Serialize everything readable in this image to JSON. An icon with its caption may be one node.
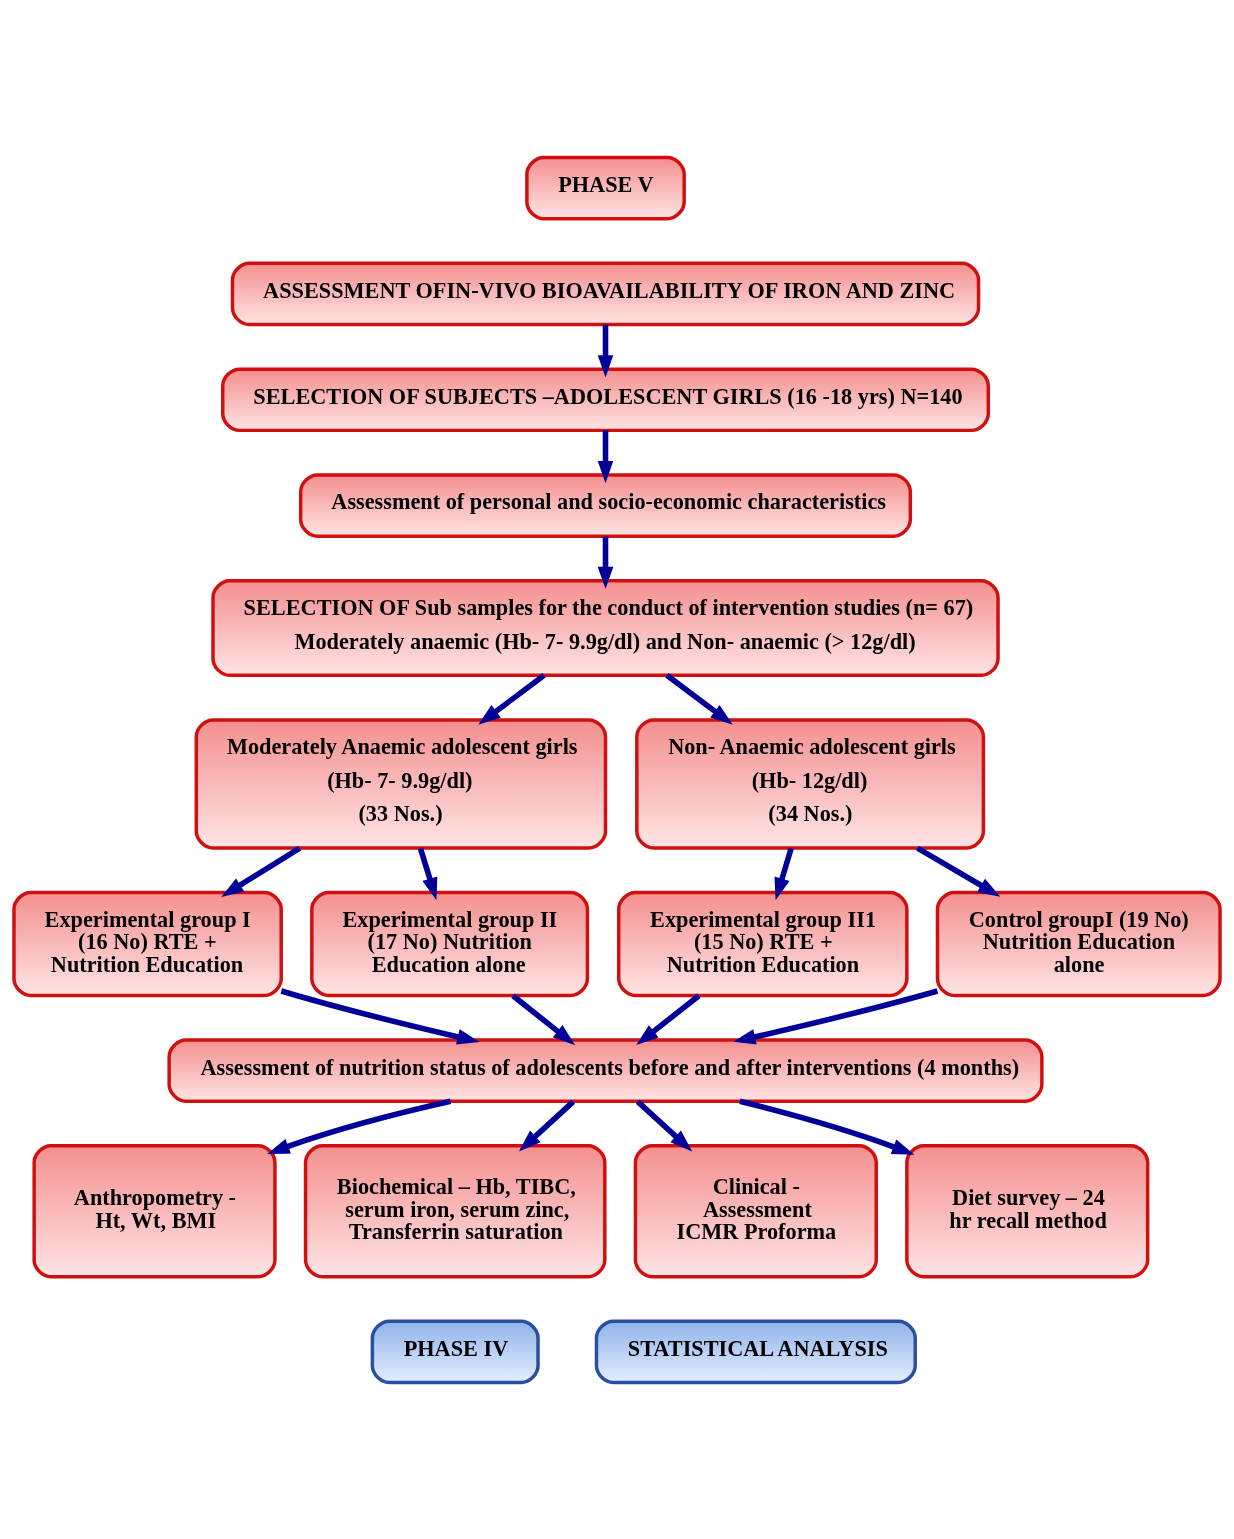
{
  "diagram": {
    "nodes": [
      {
        "text": [
          "PHASE V"
        ]
      },
      {
        "text": [
          "ASSESSMENT OFIN-VIVO BIOAVAILABILITY OF IRON AND ZINC"
        ]
      },
      {
        "text": [
          "SELECTION OF SUBJECTS –ADOLESCENT GIRLS (16 -18 yrs) N=140"
        ]
      },
      {
        "text": [
          "Assessment of personal and socio-economic characteristics"
        ]
      },
      {
        "text": [
          "SELECTION OF Sub samples for the conduct of intervention studies (n= 67)",
          "Moderately anaemic (Hb- 7- 9.9g/dl) and Non- anaemic (> 12g/dl)"
        ]
      },
      {
        "text": [
          "Moderately Anaemic adolescent girls",
          "(Hb- 7- 9.9g/dl)",
          "(33 Nos.)"
        ]
      },
      {
        "text": [
          "Non- Anaemic adolescent girls",
          "(Hb- 12g/dl)",
          "(34 Nos.)"
        ]
      },
      {
        "text": [
          "Experimental group I (16 No) RTE + Nutrition Education"
        ]
      },
      {
        "text": [
          "Experimental group II (17 No) Nutrition Education alone"
        ]
      },
      {
        "text": [
          "Experimental group II1 (15 No) RTE + Nutrition Education"
        ]
      },
      {
        "text": [
          "Control groupI (19 No) Nutrition Education alone"
        ]
      },
      {
        "text": [
          "Assessment of nutrition status of adolescents before and after interventions (4 months)"
        ]
      },
      {
        "text": [
          "Anthropometry - Ht, Wt, BMI"
        ]
      },
      {
        "text": [
          "Biochemical – Hb, TIBC, serum iron, serum zinc, Transferrin saturation"
        ]
      },
      {
        "text": [
          "Clinical - Assessment ICMR Proforma"
        ]
      },
      {
        "text": [
          "Diet survey – 24 hr recall method"
        ]
      },
      {
        "text": [
          "PHASE IV"
        ]
      },
      {
        "text": [
          "STATISTICAL ANALYSIS"
        ]
      }
    ],
    "edges": [
      {
        "from": 1,
        "to": 2,
        "arrow": "to"
      },
      {
        "from": 2,
        "to": 3,
        "arrow": "to"
      },
      {
        "from": 3,
        "to": 4,
        "arrow": "to"
      },
      {
        "from": 4,
        "to": 5,
        "arrow": "to"
      },
      {
        "from": 4,
        "to": 6,
        "arrow": "to"
      },
      {
        "from": 5,
        "to": 7,
        "arrow": "to"
      },
      {
        "from": 5,
        "to": 8,
        "arrow": "to"
      },
      {
        "from": 6,
        "to": 9,
        "arrow": "to"
      },
      {
        "from": 6,
        "to": 10,
        "arrow": "to"
      },
      {
        "from": 7,
        "to": 11,
        "arrow": "to"
      },
      {
        "from": 8,
        "to": 11,
        "arrow": "to"
      },
      {
        "from": 9,
        "to": 11,
        "arrow": "to"
      },
      {
        "from": 10,
        "to": 11,
        "arrow": "to"
      },
      {
        "from": 11,
        "to": 12,
        "arrow": "to"
      },
      {
        "from": 11,
        "to": 13,
        "arrow": "to"
      },
      {
        "from": 11,
        "to": 14,
        "arrow": "to"
      },
      {
        "from": 11,
        "to": 15,
        "arrow": "to"
      }
    ]
  }
}
